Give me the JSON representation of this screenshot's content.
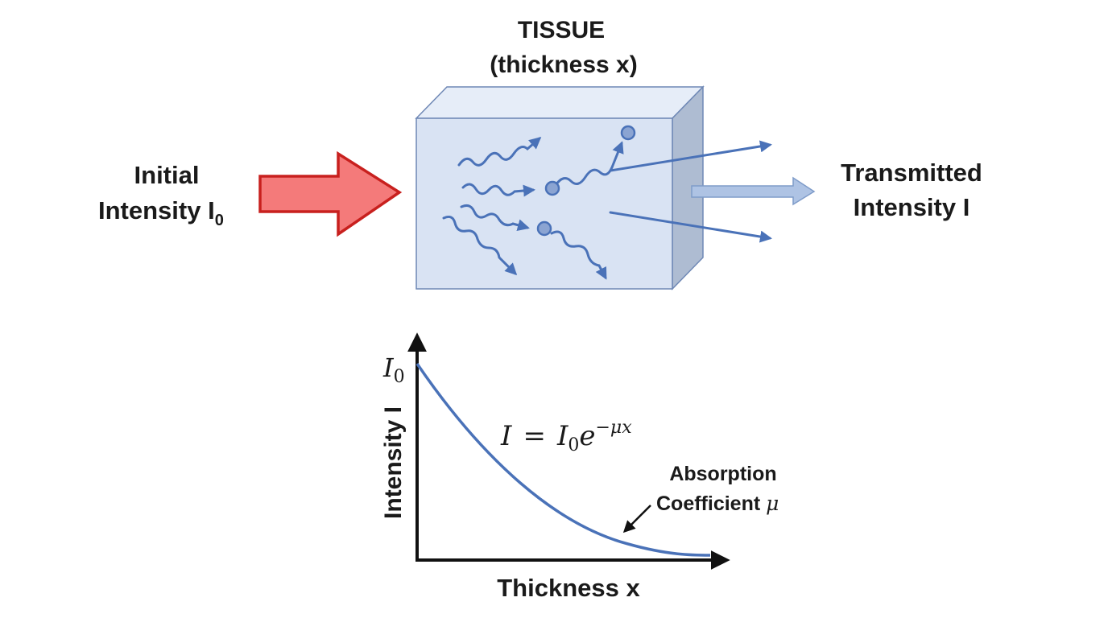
{
  "tissue": {
    "title": "TISSUE",
    "subtitle": "(thickness x)"
  },
  "input": {
    "line1": "Initial",
    "line2_text": "Intensity I",
    "line2_sub": "0"
  },
  "output": {
    "line1": "Transmitted",
    "line2": "Intensity I"
  },
  "graph": {
    "y_axis_label": "Intensity I",
    "x_axis_label": "Thickness x",
    "y_start_label_main": "I",
    "y_start_label_sub": "0",
    "formula": {
      "lhs": "I",
      "equals": "=",
      "base": "I",
      "base_sub": "0",
      "exp_base": "e",
      "exponent": "−μx"
    },
    "annotation_line1": "Absorption",
    "annotation_line2_text": "Coefficient ",
    "annotation_line2_symbol": "μ"
  },
  "colors": {
    "incident_arrow_fill": "#f47a7a",
    "incident_arrow_stroke": "#c8201e",
    "tissue_front": "#d9e3f3",
    "tissue_top": "#e6edf8",
    "tissue_side": "#aebcd2",
    "tissue_stroke": "#6f88b5",
    "photon_blue": "#4a72b8",
    "transmitted_arrow_fill": "#aec3e4",
    "curve": "#4a72b8"
  }
}
